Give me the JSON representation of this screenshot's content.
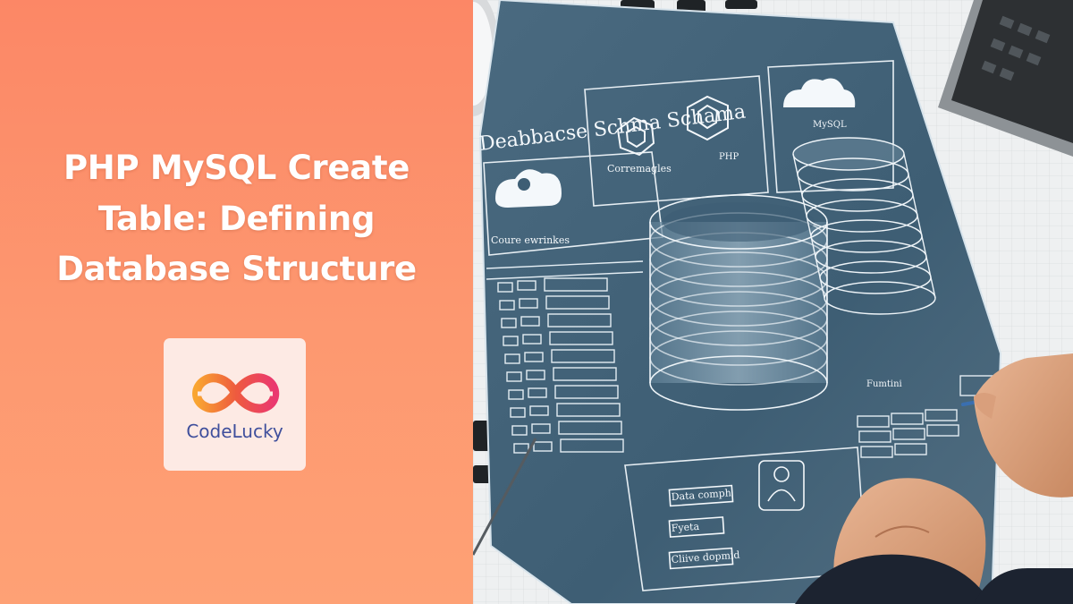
{
  "banner": {
    "title": "PHP MySQL Create Table: Defining Database Structure",
    "background_from": "#fc8766",
    "background_to": "#fea175"
  },
  "logo": {
    "name": "CodeLucky",
    "card_color": "#fdeae4",
    "text_color": "#3f4f9c",
    "mark_colors": [
      "#f9a531",
      "#ee5b3e",
      "#ea3870"
    ]
  },
  "illustration": {
    "heading": "Deabbacse Schma Schama",
    "labels": {
      "php": "PHP",
      "mysql": "MySQL",
      "components": "Corremagles",
      "course": "Coure ewrinkes",
      "data_panel": "Fumtini",
      "form_1": "Data comph",
      "form_2": "Fyeta",
      "form_3": "Cliive dopmid"
    },
    "blueprint_color": "#3e5e74"
  }
}
